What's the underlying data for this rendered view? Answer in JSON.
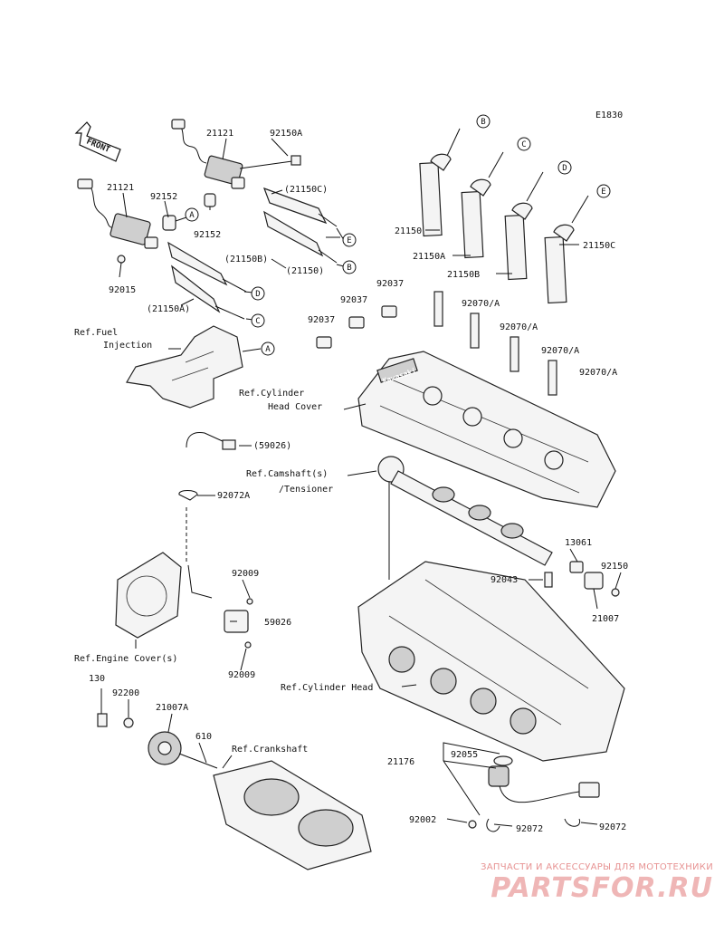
{
  "diagram_id": "E1830",
  "front_label": "FRONT",
  "brand_on_cover": "Kawasaki",
  "labels": {
    "p21121_top": "21121",
    "p92150A": "92150A",
    "p21121_left": "21121",
    "p92152_a": "92152",
    "p92152_b": "92152",
    "p21150C_paren": "(21150C)",
    "p21150B_paren": "(21150B)",
    "p21150_paren": "(21150)",
    "p92015": "92015",
    "p21150A_paren": "(21150A)",
    "p21150": "21150",
    "p21150A": "21150A",
    "p21150B": "21150B",
    "p21150C": "21150C",
    "p92037_a": "92037",
    "p92037_b": "92037",
    "p92037_c": "92037",
    "p92070A_1": "92070/A",
    "p92070A_2": "92070/A",
    "p92070A_3": "92070/A",
    "p92070A_4": "92070/A",
    "ref_fuel_1": "Ref.Fuel",
    "ref_fuel_2": "Injection",
    "ref_cyl_cover_1": "Ref.Cylinder",
    "ref_cyl_cover_2": "Head Cover",
    "p59026_paren": "(59026)",
    "ref_camshaft_1": "Ref.Camshaft(s)",
    "ref_camshaft_2": "/Tensioner",
    "p92072A": "92072A",
    "p13061": "13061",
    "p92150": "92150",
    "p92043": "92043",
    "p92009_a": "92009",
    "p59026": "59026",
    "p21007": "21007",
    "ref_engine_cover": "Ref.Engine Cover(s)",
    "p92009_b": "92009",
    "ref_cyl_head": "Ref.Cylinder Head",
    "p130": "130",
    "p92200": "92200",
    "p21007A": "21007A",
    "p610": "610",
    "ref_crankshaft": "Ref.Crankshaft",
    "p21176": "21176",
    "p92055": "92055",
    "p92002": "92002",
    "p92072_a": "92072",
    "p92072_b": "92072"
  },
  "callouts": [
    "A",
    "B",
    "C",
    "D",
    "E"
  ],
  "watermark": {
    "line1": "ЗАПЧАСТИ И АКСЕССУАРЫ ДЛЯ МОТОТЕХНИКИ",
    "line2": "PARTSFOR.RU"
  }
}
